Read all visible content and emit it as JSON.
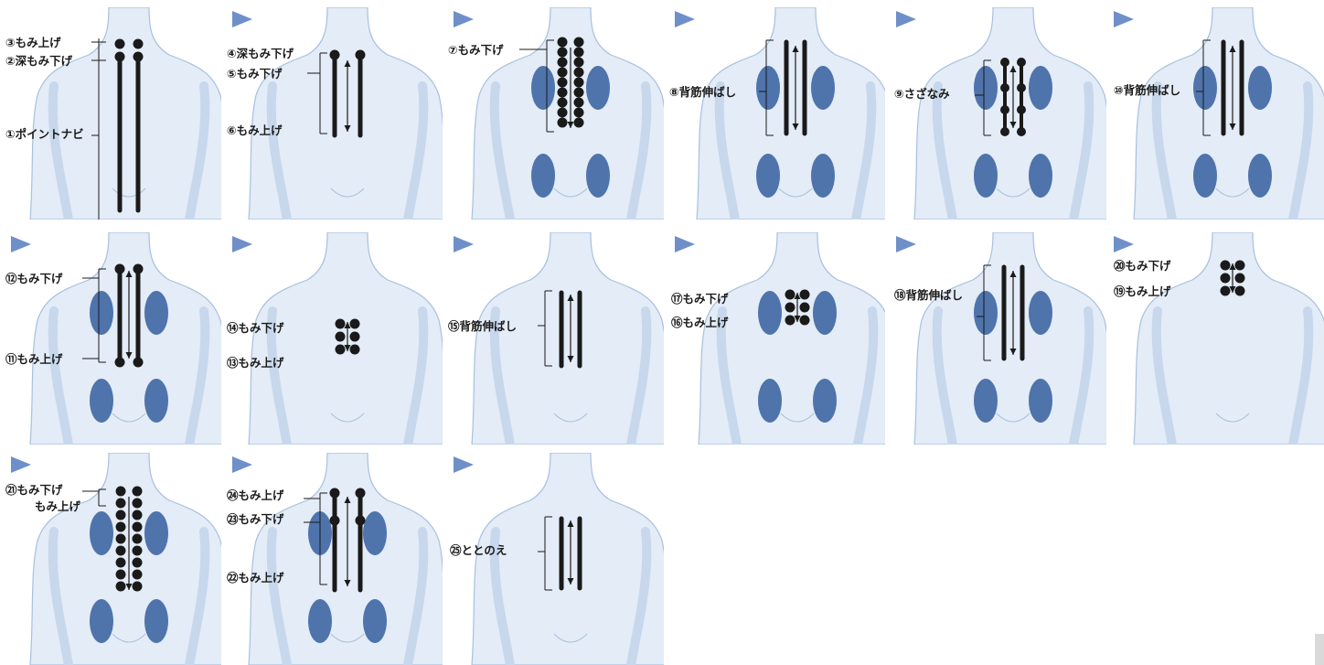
{
  "colors": {
    "body_fill": "#e3ecf7",
    "body_shade": "#c7d7ec",
    "body_outline": "#a9c0de",
    "muscle": "#4f73ab",
    "line": "#1a1a1a",
    "arrow_mark": "#6f8fc8"
  },
  "panels": [
    {
      "id": 1,
      "arrow": false,
      "muscles": "none",
      "mechanism": "long-pair-dots-top",
      "labels": [
        "③もみ上げ",
        "②深もみ下げ",
        "①ポイントナビ"
      ]
    },
    {
      "id": 2,
      "arrow": true,
      "muscles": "none",
      "mechanism": "pair-rods-dots-arrow",
      "labels": [
        "④深もみ下げ",
        "⑤もみ下げ",
        "⑥もみ上げ"
      ]
    },
    {
      "id": 3,
      "arrow": true,
      "muscles": "shoulders-hips",
      "mechanism": "dot-column",
      "labels": [
        "⑦もみ下げ"
      ]
    },
    {
      "id": 4,
      "arrow": true,
      "muscles": "shoulders-hips",
      "mechanism": "pair-rods-arrow",
      "labels": [
        "⑧背筋伸ばし"
      ]
    },
    {
      "id": 5,
      "arrow": true,
      "muscles": "shoulders-hips",
      "mechanism": "sazanami",
      "labels": [
        "⑨さざなみ"
      ]
    },
    {
      "id": 6,
      "arrow": true,
      "muscles": "shoulders-hips",
      "mechanism": "pair-rods-arrow",
      "labels": [
        "⑩背筋伸ばし"
      ]
    },
    {
      "id": 7,
      "arrow": true,
      "muscles": "shoulders-hips",
      "mechanism": "pair-rods-dots-arrow",
      "labels": [
        "⑫もみ下げ",
        "⑪もみ上げ"
      ]
    },
    {
      "id": 8,
      "arrow": true,
      "muscles": "none",
      "mechanism": "dot-grid-small",
      "labels": [
        "⑭もみ下げ",
        "⑬もみ上げ"
      ]
    },
    {
      "id": 9,
      "arrow": true,
      "muscles": "none",
      "mechanism": "pair-rods-arrow",
      "labels": [
        "⑮背筋伸ばし"
      ]
    },
    {
      "id": 10,
      "arrow": true,
      "muscles": "shoulders-hips",
      "mechanism": "dot-grid-small",
      "labels": [
        "⑰もみ下げ",
        "⑯もみ上げ"
      ]
    },
    {
      "id": 11,
      "arrow": true,
      "muscles": "shoulders-hips",
      "mechanism": "pair-rods-arrow",
      "labels": [
        "⑱背筋伸ばし"
      ]
    },
    {
      "id": 12,
      "arrow": true,
      "muscles": "none",
      "mechanism": "dot-grid-small",
      "labels": [
        "⑳もみ下げ",
        "⑲もみ上げ"
      ]
    },
    {
      "id": 13,
      "arrow": true,
      "muscles": "shoulders-hips",
      "mechanism": "dot-column-arrow",
      "labels": [
        "㉑もみ下げ",
        "もみ上げ"
      ]
    },
    {
      "id": 14,
      "arrow": true,
      "muscles": "shoulders-hips",
      "mechanism": "long-pair-dots-arrow",
      "labels": [
        "㉔もみ上げ",
        "㉓もみ下げ",
        "㉒もみ上げ"
      ]
    },
    {
      "id": 15,
      "arrow": true,
      "muscles": "none",
      "mechanism": "pair-rods-arrow",
      "labels": [
        "㉕ととのえ"
      ]
    }
  ]
}
